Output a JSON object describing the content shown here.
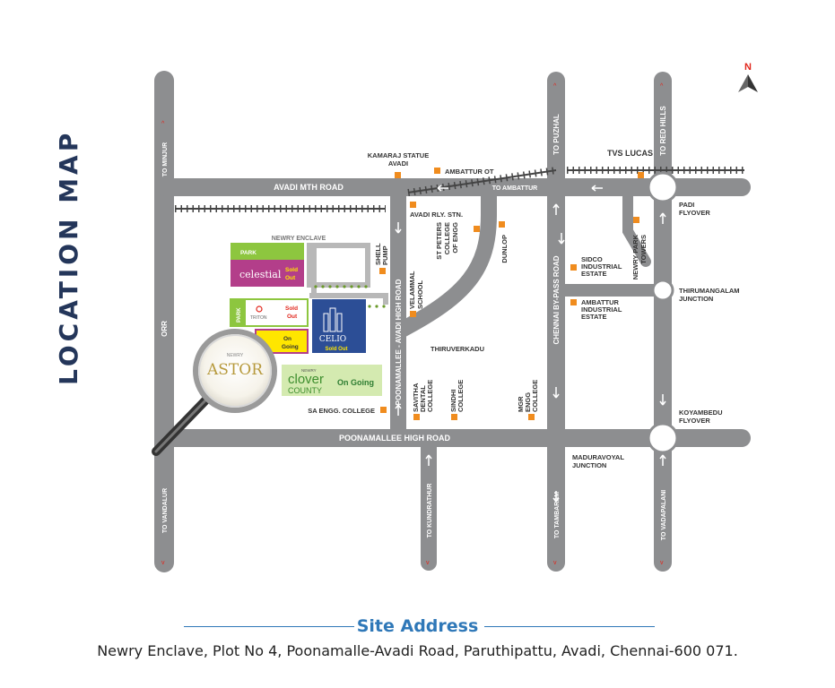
{
  "title": "LOCATION MAP",
  "compass": "N",
  "roads": {
    "avadi_mth": "AVADI MTH ROAD",
    "poonamallee_high": "POONAMALLEE HIGH ROAD",
    "poonamallee_avadi": "POONAMALLEE - AVADI HIGH ROAD",
    "chennai_bypass": "CHENNAI BY-PASS ROAD",
    "orr": "ORR",
    "to_minjur": "TO MINJUR",
    "to_vandalur": "TO VANDALUR",
    "to_puzhal": "TO PUZHAL",
    "to_red_hills": "TO RED HILLS",
    "to_ambattur": "TO AMBATTUR",
    "to_kundrathur": "TO KUNDRATHUR",
    "to_tambaram": "TO TAMBARAM",
    "to_vadapalani": "TO VADAPALANI"
  },
  "landmarks": {
    "kamaraj": "KAMARAJ STATUE",
    "kamaraj2": "AVADI",
    "ambattur_ot": "AMBATTUR OT",
    "tvs_lucas": "TVS LUCAS",
    "avadi_rly": "AVADI RLY. STN.",
    "padi1": "PADI",
    "padi2": "FLYOVER",
    "st_peters1": "ST PETERS",
    "st_peters2": "COLLEGE",
    "st_peters3": "OF ENGG",
    "dunlop": "DUNLOP",
    "shell1": "SHELL",
    "shell2": "PUMP",
    "velammal1": "VELAMMAL",
    "velammal2": "SCHOOL",
    "sidco1": "SIDCO",
    "sidco2": "INDUSTRIAL",
    "sidco3": "ESTATE",
    "newry_park1": "NEWRY PARK",
    "newry_park2": "TOWERS",
    "thirumangalam1": "THIRUMANGALAM",
    "thirumangalam2": "JUNCTION",
    "ambattur_ie1": "AMBATTUR",
    "ambattur_ie2": "INDUSTRIAL",
    "ambattur_ie3": "ESTATE",
    "thiruverkadu": "THIRUVERKADU",
    "savitha1": "SAVITHA",
    "savitha2": "DENTAL",
    "savitha3": "COLLEGE",
    "sindhi1": "SINDHI",
    "sindhi2": "COLLEGE",
    "mgr1": "MGR",
    "mgr2": "ENGG",
    "mgr3": "COLLEGE",
    "sa_engg": "SA ENGG. COLLEGE",
    "koyambedu1": "KOYAMBEDU",
    "koyambedu2": "FLYOVER",
    "maduravoyal1": "MADURAVOYAL",
    "maduravoyal2": "JUNCTION"
  },
  "projects": {
    "enclave": "NEWRY ENCLAVE",
    "park": "PARK",
    "celestial": "celestial",
    "sold": "Sold",
    "out": "Out",
    "triton": "TRITON",
    "on": "On",
    "going": "Going",
    "celio": "CELIO",
    "sold_out": "Sold Out",
    "newry": "NEWRY",
    "clover": "clover",
    "county": "COUNTY",
    "on_going": "On Going",
    "astor": "ASTOR"
  },
  "colors": {
    "road": "#8d8e90",
    "landmark": "#f08c1e",
    "green": "#8dc63f",
    "celestial": "#b33e8a",
    "celio": "#2c4e96",
    "yellow": "#ffe600",
    "sold_text": "#e5b800",
    "title": "#24365a",
    "address_title": "#2f78b8"
  },
  "address": {
    "title": "Site Address",
    "text": "Newry Enclave, Plot No 4, Poonamalle-Avadi Road, Paruthipattu, Avadi, Chennai-600 071."
  }
}
